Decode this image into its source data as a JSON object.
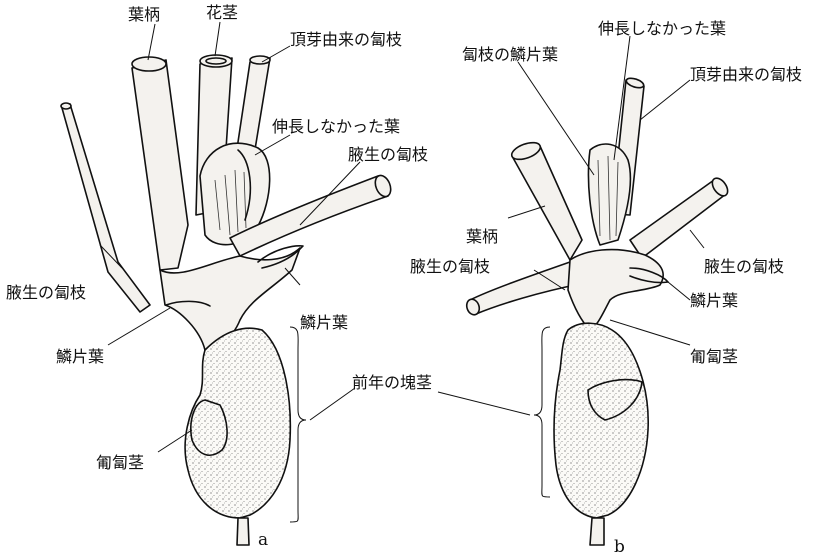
{
  "figure_a": {
    "panel_label": "a",
    "labels": {
      "petiole": "葉柄",
      "flower_stalk": "花茎",
      "apical_stolon": "頂芽由来の匐枝",
      "unelongated_leaf": "伸長しなかった葉",
      "axillary_stolon_right": "腋生の匐枝",
      "axillary_stolon_left": "腋生の匐枝",
      "scale_leaf_right": "鱗片葉",
      "scale_leaf_left": "鱗片葉",
      "rhizome": "匍匐茎"
    }
  },
  "figure_b": {
    "panel_label": "b",
    "labels": {
      "stolon_scale_leaf": "匐枝の鱗片葉",
      "unelongated_leaf": "伸長しなかった葉",
      "apical_stolon": "頂芽由来の匐枝",
      "petiole": "葉柄",
      "axillary_stolon_left": "腋生の匐枝",
      "axillary_stolon_right": "腋生の匐枝",
      "scale_leaf": "鱗片葉",
      "rhizome": "匍匐茎"
    }
  },
  "shared": {
    "previous_year_tuber": "前年の塊茎"
  }
}
